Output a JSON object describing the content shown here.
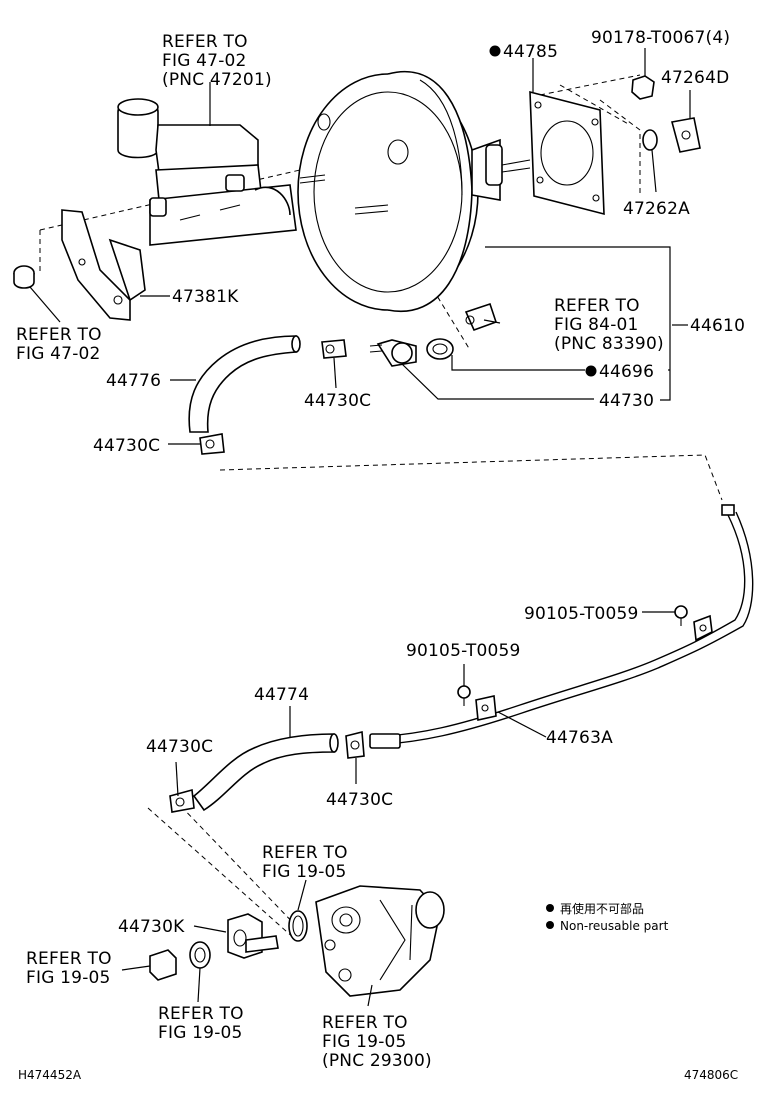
{
  "labels": {
    "refer_mc": [
      "REFER TO",
      "FIG 47-02",
      "(PNC 47201)"
    ],
    "p44785": "44785",
    "p90178": "90178-T0067(4)",
    "p47264d": "47264D",
    "p47262a": "47262A",
    "p47381k": "47381K",
    "refer_4702": [
      "REFER TO",
      "FIG 47-02"
    ],
    "refer_8401": [
      "REFER TO",
      "FIG 84-01",
      "(PNC 83390)"
    ],
    "p44610": "44610",
    "p44776": "44776",
    "p44730c_1": "44730C",
    "p44696": "44696",
    "p44730": "44730",
    "p44730c_2": "44730C",
    "p90105_1": "90105-T0059",
    "p90105_2": "90105-T0059",
    "p44774": "44774",
    "p44730c_3": "44730C",
    "p44763a": "44763A",
    "p44730c_4": "44730C",
    "refer_1905_pump": [
      "REFER TO",
      "FIG 19-05"
    ],
    "p44730k": "44730K",
    "refer_1905_left": [
      "REFER TO",
      "FIG 19-05"
    ],
    "refer_1905_mid": [
      "REFER TO",
      "FIG 19-05"
    ],
    "refer_29300": [
      "REFER TO",
      "FIG 19-05",
      "(PNC 29300)"
    ],
    "legend_cn": "再使用不可部品",
    "legend_en": "Non-reusable part",
    "code_left": "H474452A",
    "code_right": "474806C"
  }
}
